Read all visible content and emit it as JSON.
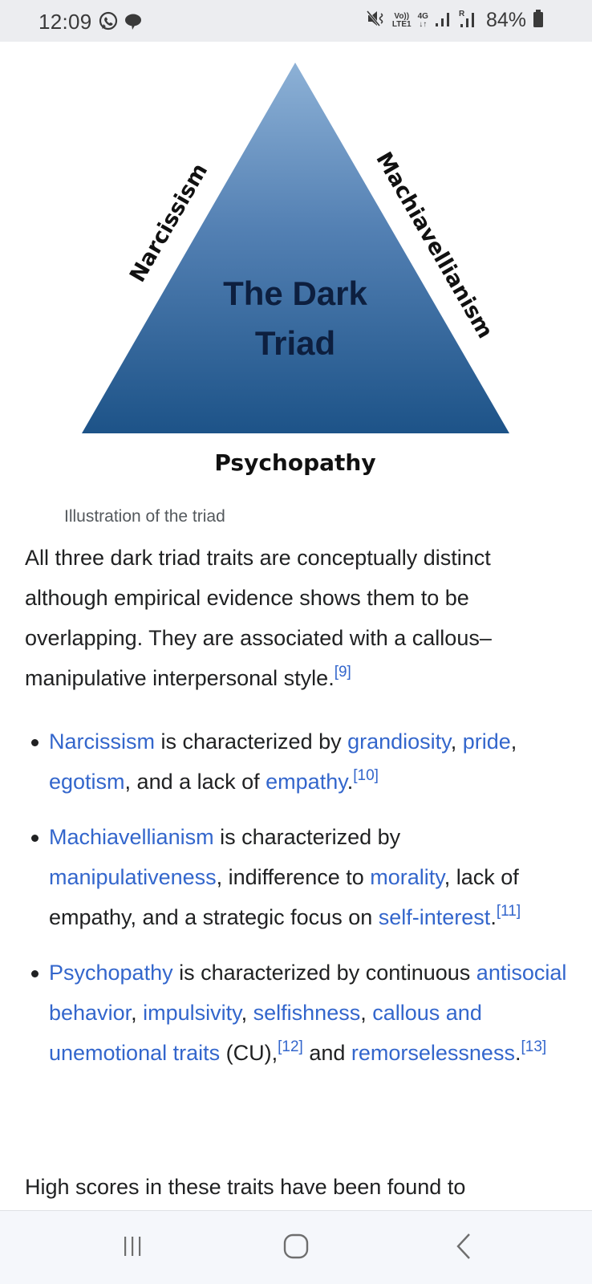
{
  "status_bar": {
    "time": "12:09",
    "notification_icons": [
      "whatsapp-icon",
      "chat-bubble-icon"
    ],
    "system_icons": [
      "mute-icon",
      "volte-lte1-icon",
      "4g-data-icon",
      "signal-sim1-icon",
      "signal-sim2-roaming-icon"
    ],
    "volte_top": "Vo))",
    "volte_bottom": "LTE1",
    "data_top": "4G",
    "data_bottom": "↓↑",
    "roaming_label": "R",
    "battery_percent": "84%"
  },
  "figure": {
    "center_title_line1": "The Dark",
    "center_title_line2": "Triad",
    "left_side_label": "Narcissism",
    "right_side_label": "Machiavellianism",
    "bottom_label": "Psychopathy",
    "gradient_top": "#8db1d6",
    "gradient_bottom": "#1d5388",
    "title_color": "#0d1f3f",
    "caption": "Illustration of the triad"
  },
  "article": {
    "intro": {
      "text": "All three dark triad traits are conceptually distinct although empirical evidence shows them to be overlapping. They are associated with a callous–manipulative interpersonal style.",
      "ref": "[9]"
    },
    "traits": [
      {
        "name": "Narcissism",
        "t1": " is characterized by ",
        "l1": "grandiosity",
        "t2": ", ",
        "l2": "pride",
        "t3": ", ",
        "l3": "egotism",
        "t4": ", and a lack of ",
        "l4": "empathy",
        "t5": ".",
        "ref": "[10]"
      },
      {
        "name": "Machiavellianism",
        "t1": " is characterized by ",
        "l1": "manipulativeness",
        "t2": ", indifference to ",
        "l2": "morality",
        "t3": ", lack of empathy, and a strategic focus on ",
        "l3": "self-interest",
        "t4": ".",
        "ref": "[11]"
      },
      {
        "name": "Psychopathy",
        "t1": " is characterized by continuous ",
        "l1": "antisocial behavior",
        "t2": ", ",
        "l2": "impulsivity",
        "t3": ", ",
        "l3": "selfishness",
        "t4": ", ",
        "l4": "callous and unemotional traits",
        "t5": " (CU),",
        "ref1": "[12]",
        "t6": " and ",
        "l5": "remorselessness",
        "t7": ".",
        "ref2": "[13]"
      }
    ],
    "cutoff_text": "High scores in these traits have been found to"
  },
  "colors": {
    "link": "#3366cc",
    "text": "#202122",
    "caption": "#54595d",
    "status_bar_bg": "#ecedf0",
    "nav_bar_bg": "#f5f7fb"
  },
  "nav_bar": {
    "buttons": [
      "recent-apps",
      "home",
      "back"
    ]
  }
}
